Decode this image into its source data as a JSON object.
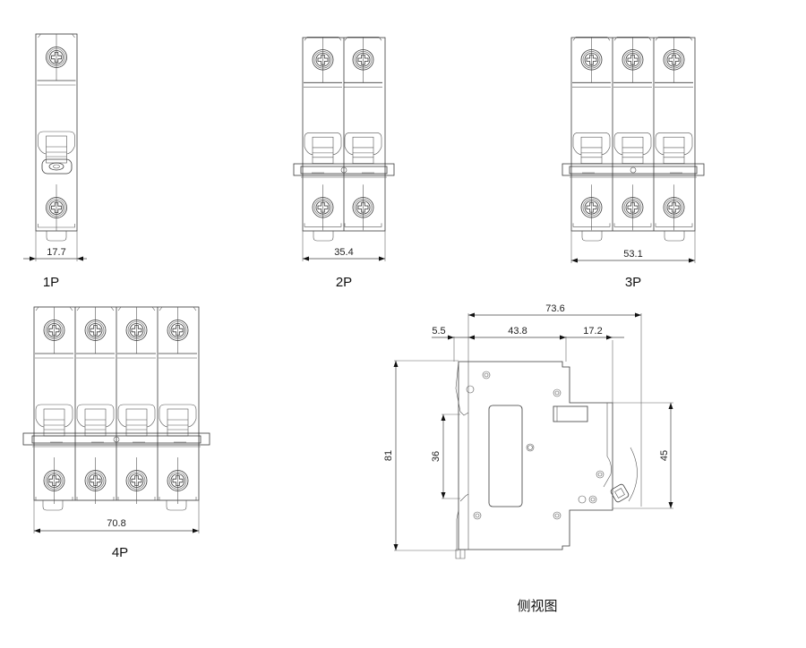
{
  "drawing": {
    "title": "Miniature circuit breaker dimension drawing",
    "units": "mm",
    "front_views": [
      {
        "id": "1P",
        "label": "1P",
        "poles": 1,
        "width_dimension": "17.7"
      },
      {
        "id": "2P",
        "label": "2P",
        "poles": 2,
        "width_dimension": "35.4"
      },
      {
        "id": "3P",
        "label": "3P",
        "poles": 3,
        "width_dimension": "53.1"
      },
      {
        "id": "4P",
        "label": "4P",
        "poles": 4,
        "width_dimension": "70.8"
      }
    ],
    "side_view": {
      "label": "侧视图",
      "dimensions": {
        "overall_depth": "73.6",
        "front_offset": "5.5",
        "body_depth": "43.8",
        "front_protrusion": "17.2",
        "overall_height": "81",
        "din_rail_clip": "36",
        "front_face_height": "45"
      }
    }
  }
}
